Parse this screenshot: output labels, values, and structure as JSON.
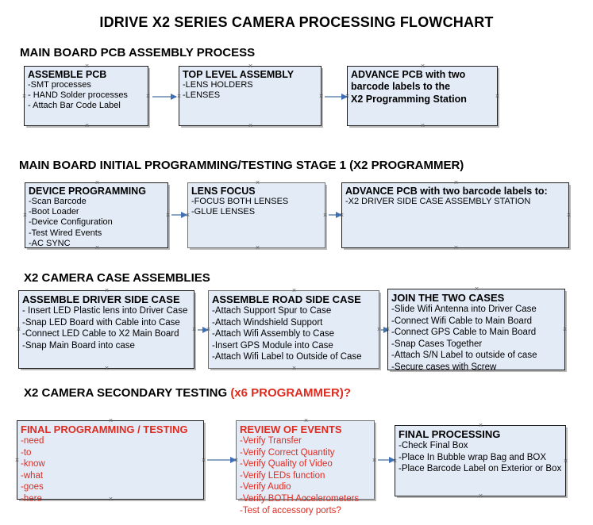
{
  "document": {
    "title": "IDRIVE X2  SERIES CAMERA PROCESSING FLOWCHART"
  },
  "sections": [
    {
      "heading": "MAIN BOARD PCB ASSEMBLY PROCESS",
      "heading_accent": "",
      "boxes": [
        {
          "title": "ASSEMBLE PCB",
          "lines": [
            "-SMT processes",
            "- HAND Solder processes",
            "- Attach Bar Code Label"
          ]
        },
        {
          "title": "TOP LEVEL ASSEMBLY",
          "lines": [
            "-LENS HOLDERS",
            "-LENSES"
          ]
        },
        {
          "title": "ADVANCE PCB with two",
          "lines": [
            "barcode labels to the",
            " X2 Programming Station"
          ]
        }
      ]
    },
    {
      "heading": "MAIN BOARD INITIAL PROGRAMMING/TESTING STAGE 1 (X2 PROGRAMMER)",
      "heading_accent": "",
      "boxes": [
        {
          "title": "DEVICE PROGRAMMING",
          "lines": [
            "-Scan Barcode",
            "-Boot Loader",
            "-Device Configuration",
            "-Test Wired Events",
            "-AC SYNC"
          ]
        },
        {
          "title": "LENS FOCUS",
          "lines": [
            "-FOCUS BOTH LENSES",
            "-GLUE LENSES"
          ]
        },
        {
          "title": "ADVANCE PCB with two barcode labels to:",
          "lines": [
            "-X2 DRIVER  SIDE  CASE  ASSEMBLY STATION"
          ]
        }
      ]
    },
    {
      "heading": "X2 CAMERA CASE ASSEMBLIES",
      "heading_accent": "",
      "boxes": [
        {
          "title": "ASSEMBLE DRIVER SIDE CASE",
          "lines": [
            "- Insert LED Plastic lens into Driver Case",
            "-Snap LED Board with Cable into Case",
            "-Connect LED Cable to X2 Main Board",
            "-Snap Main Board into case"
          ]
        },
        {
          "title": "ASSEMBLE ROAD SIDE CASE",
          "lines": [
            "-Attach Support Spur to Case",
            "-Attach Windshield Support",
            "-Attach Wifi Assembly to Case",
            "-Insert GPS Module into Case",
            "-Attach Wifi Label to Outside of Case"
          ]
        },
        {
          "title": "JOIN THE TWO CASES",
          "lines": [
            "-Slide Wifi Antenna into Driver Case",
            "-Connect Wifi Cable to Main Board",
            "-Connect GPS Cable to Main Board",
            "-Snap Cases Together",
            "-Attach S/N Label to outside of case",
            "-Secure cases with Screw"
          ]
        }
      ]
    },
    {
      "heading": "X2 CAMERA SECONDARY TESTING ",
      "heading_accent": "(x6 PROGRAMMER)?",
      "boxes": [
        {
          "title": "FINAL PROGRAMMING / TESTING",
          "lines": [
            "-need",
            "-to",
            "-know",
            "-what",
            "-goes",
            "-here"
          ]
        },
        {
          "title": "REVIEW OF EVENTS",
          "lines": [
            "-Verify Transfer",
            "-Verify Correct Quantity",
            "-Verify Quality of Video",
            "-Verify LEDs function",
            "-Verify Audio",
            "-Verify BOTH Accelerometers",
            "-Test of accessory ports?"
          ]
        },
        {
          "title": "FINAL PROCESSING",
          "lines": [
            " -Check Final Box",
            "-Place In Bubble wrap Bag and BOX",
            "-Place Barcode Label on Exterior or Box"
          ]
        }
      ]
    }
  ],
  "colors": {
    "box_fill": "#e3ebf7",
    "box_border": "#1d1d1d",
    "connector": "#8ba7c4",
    "arrow_head": "#3f6fb5",
    "accent_red": "#e02b20"
  }
}
